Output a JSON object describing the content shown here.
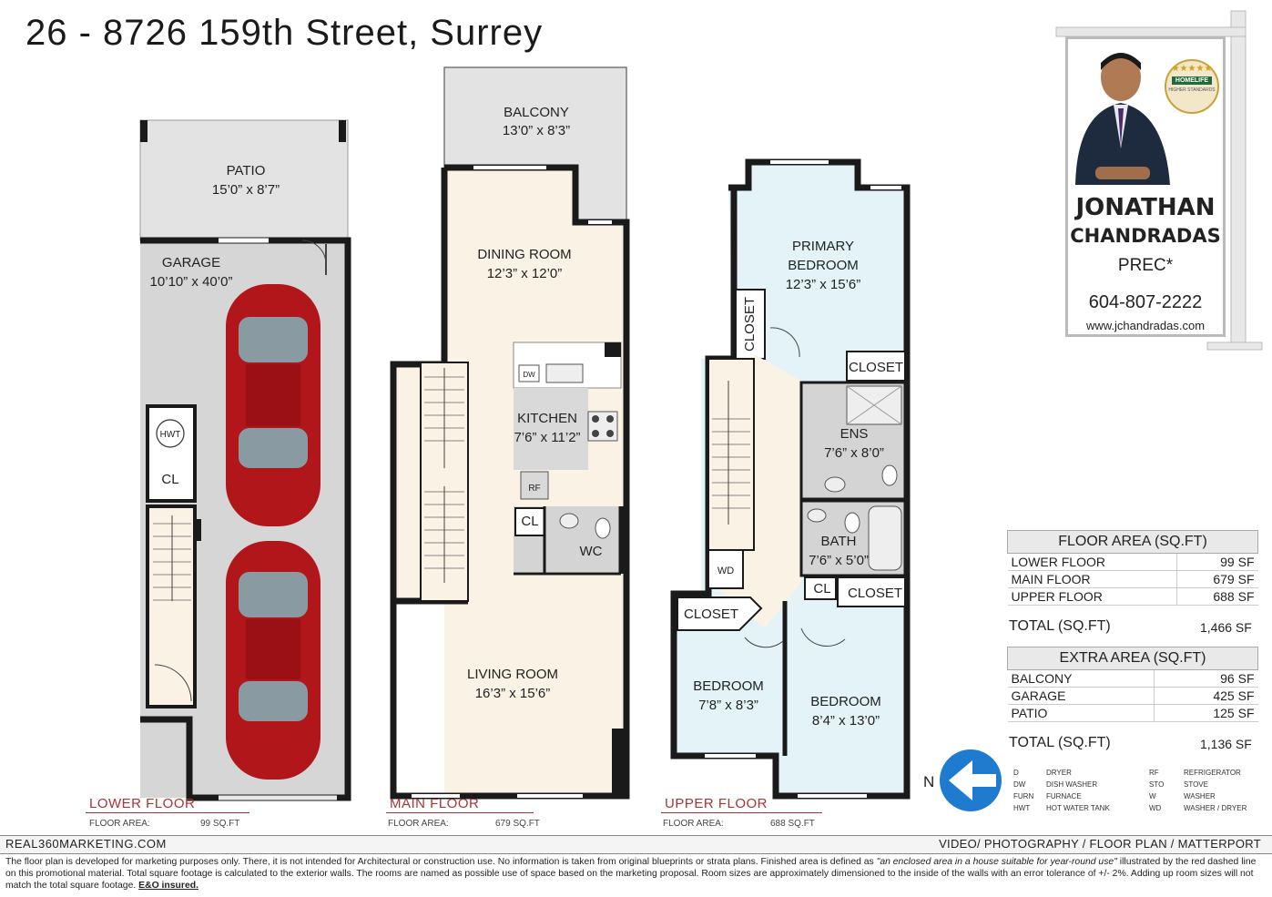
{
  "title": "26 - 8726 159th Street, Surrey",
  "lower_floor": {
    "name": "LOWER FLOOR",
    "area_label": "FLOOR AREA:",
    "area_value": "99 SQ.FT",
    "rooms": {
      "patio": {
        "name": "PATIO",
        "dims": "15’0” x 8’7”"
      },
      "garage": {
        "name": "GARAGE",
        "dims": "10’10” x 40’0”"
      },
      "hwt": "HWT",
      "cl": "CL"
    }
  },
  "main_floor": {
    "name": "MAIN FLOOR",
    "area_label": "FLOOR AREA:",
    "area_value": "679 SQ.FT",
    "rooms": {
      "balcony": {
        "name": "BALCONY",
        "dims": "13’0” x 8’3”"
      },
      "dining": {
        "name": "DINING ROOM",
        "dims": "12’3” x 12’0”"
      },
      "kitchen": {
        "name": "KITCHEN",
        "dims": "7’6” x 11’2”"
      },
      "living": {
        "name": "LIVING ROOM",
        "dims": "16’3” x 15’6”"
      },
      "dw": "DW",
      "rf": "RF",
      "cl": "CL",
      "wc": "WC"
    }
  },
  "upper_floor": {
    "name": "UPPER FLOOR",
    "area_label": "FLOOR AREA:",
    "area_value": "688 SQ.FT",
    "rooms": {
      "primary": {
        "name1": "PRIMARY",
        "name2": "BEDROOM",
        "dims": "12’3” x 15’6”"
      },
      "closet_v": "CLOSET",
      "closet_primary": "CLOSET",
      "ens": {
        "name": "ENS",
        "dims": "7’6” x 8’0”"
      },
      "bath": {
        "name": "BATH",
        "dims": "7’6” x 5’0”"
      },
      "cl": "CL",
      "closet_right": "CLOSET",
      "closet_left": "CLOSET",
      "wd": "WD",
      "bedroom_left": {
        "name": "BEDROOM",
        "dims": "7’8” x 8’3”"
      },
      "bedroom_right": {
        "name": "BEDROOM",
        "dims": "8’4” x 13’0”"
      }
    }
  },
  "agent": {
    "first": "JONATHAN",
    "last": "CHANDRADAS",
    "title": "PREC*",
    "phone": "604-807-2222",
    "web": "www.jchandradas.com",
    "brand": "HOMELIFE",
    "brand_sub": "HIGHER STANDARDS"
  },
  "floor_area_table": {
    "header": "FLOOR AREA (SQ.FT)",
    "rows": [
      {
        "label": "LOWER FLOOR",
        "value": "99 SF"
      },
      {
        "label": "MAIN FLOOR",
        "value": "679 SF"
      },
      {
        "label": "UPPER FLOOR",
        "value": "688 SF"
      }
    ],
    "total_label": "TOTAL (SQ.FT)",
    "total_value": "1,466 SF"
  },
  "extra_area_table": {
    "header": "EXTRA AREA (SQ.FT)",
    "rows": [
      {
        "label": "BALCONY",
        "value": "96 SF"
      },
      {
        "label": "GARAGE",
        "value": "425 SF"
      },
      {
        "label": "PATIO",
        "value": "125 SF"
      }
    ],
    "total_label": "TOTAL (SQ.FT)",
    "total_value": "1,136 SF"
  },
  "legend": [
    {
      "code": "D",
      "desc": "DRYER"
    },
    {
      "code": "DW",
      "desc": "DISH WASHER"
    },
    {
      "code": "FURN",
      "desc": "FURNACE"
    },
    {
      "code": "HWT",
      "desc": "HOT WATER TANK"
    },
    {
      "code": "RF",
      "desc": "REFRIGERATOR"
    },
    {
      "code": "STO",
      "desc": "STOVE"
    },
    {
      "code": "W",
      "desc": "WASHER"
    },
    {
      "code": "WD",
      "desc": "WASHER / DRYER"
    }
  ],
  "north": "N",
  "footer": {
    "left": "REAL360MARKETING.COM",
    "right": "VIDEO/ PHOTOGRAPHY / FLOOR PLAN / MATTERPORT",
    "disclaimer_part1": "The floor plan is developed for marketing purposes only. There, it is not intended for Architectural or construction use. No information is  taken from original blueprints or strata plans. Finished area is defined as ",
    "disclaimer_quote": "\"an enclosed area in a house suitable for year-round use\"",
    "disclaimer_part2": " illustrated by the red dashed line on this promotional material. Total square footage is calculated to the exterior walls. The rooms are named as possible use of space based on the marketing proposal. Room sizes are approximately dimensioned to the inside of the walls with an error tolerance of +/- 2%. Adding up room sizes will not match the total square footage. ",
    "disclaimer_bold": "E&O insured."
  },
  "colors": {
    "wall": "#1a1a1a",
    "garage_floor": "#d6d6d6",
    "patio": "#e2e2e2",
    "main_floor": "#faf2e4",
    "kitchen": "#d9d9d9",
    "bedroom": "#e3f3f7",
    "bath": "#d4d4d4",
    "car": "#b0161a",
    "floor_label": "#aa3333",
    "north_arrow": "#1e7bd0"
  }
}
